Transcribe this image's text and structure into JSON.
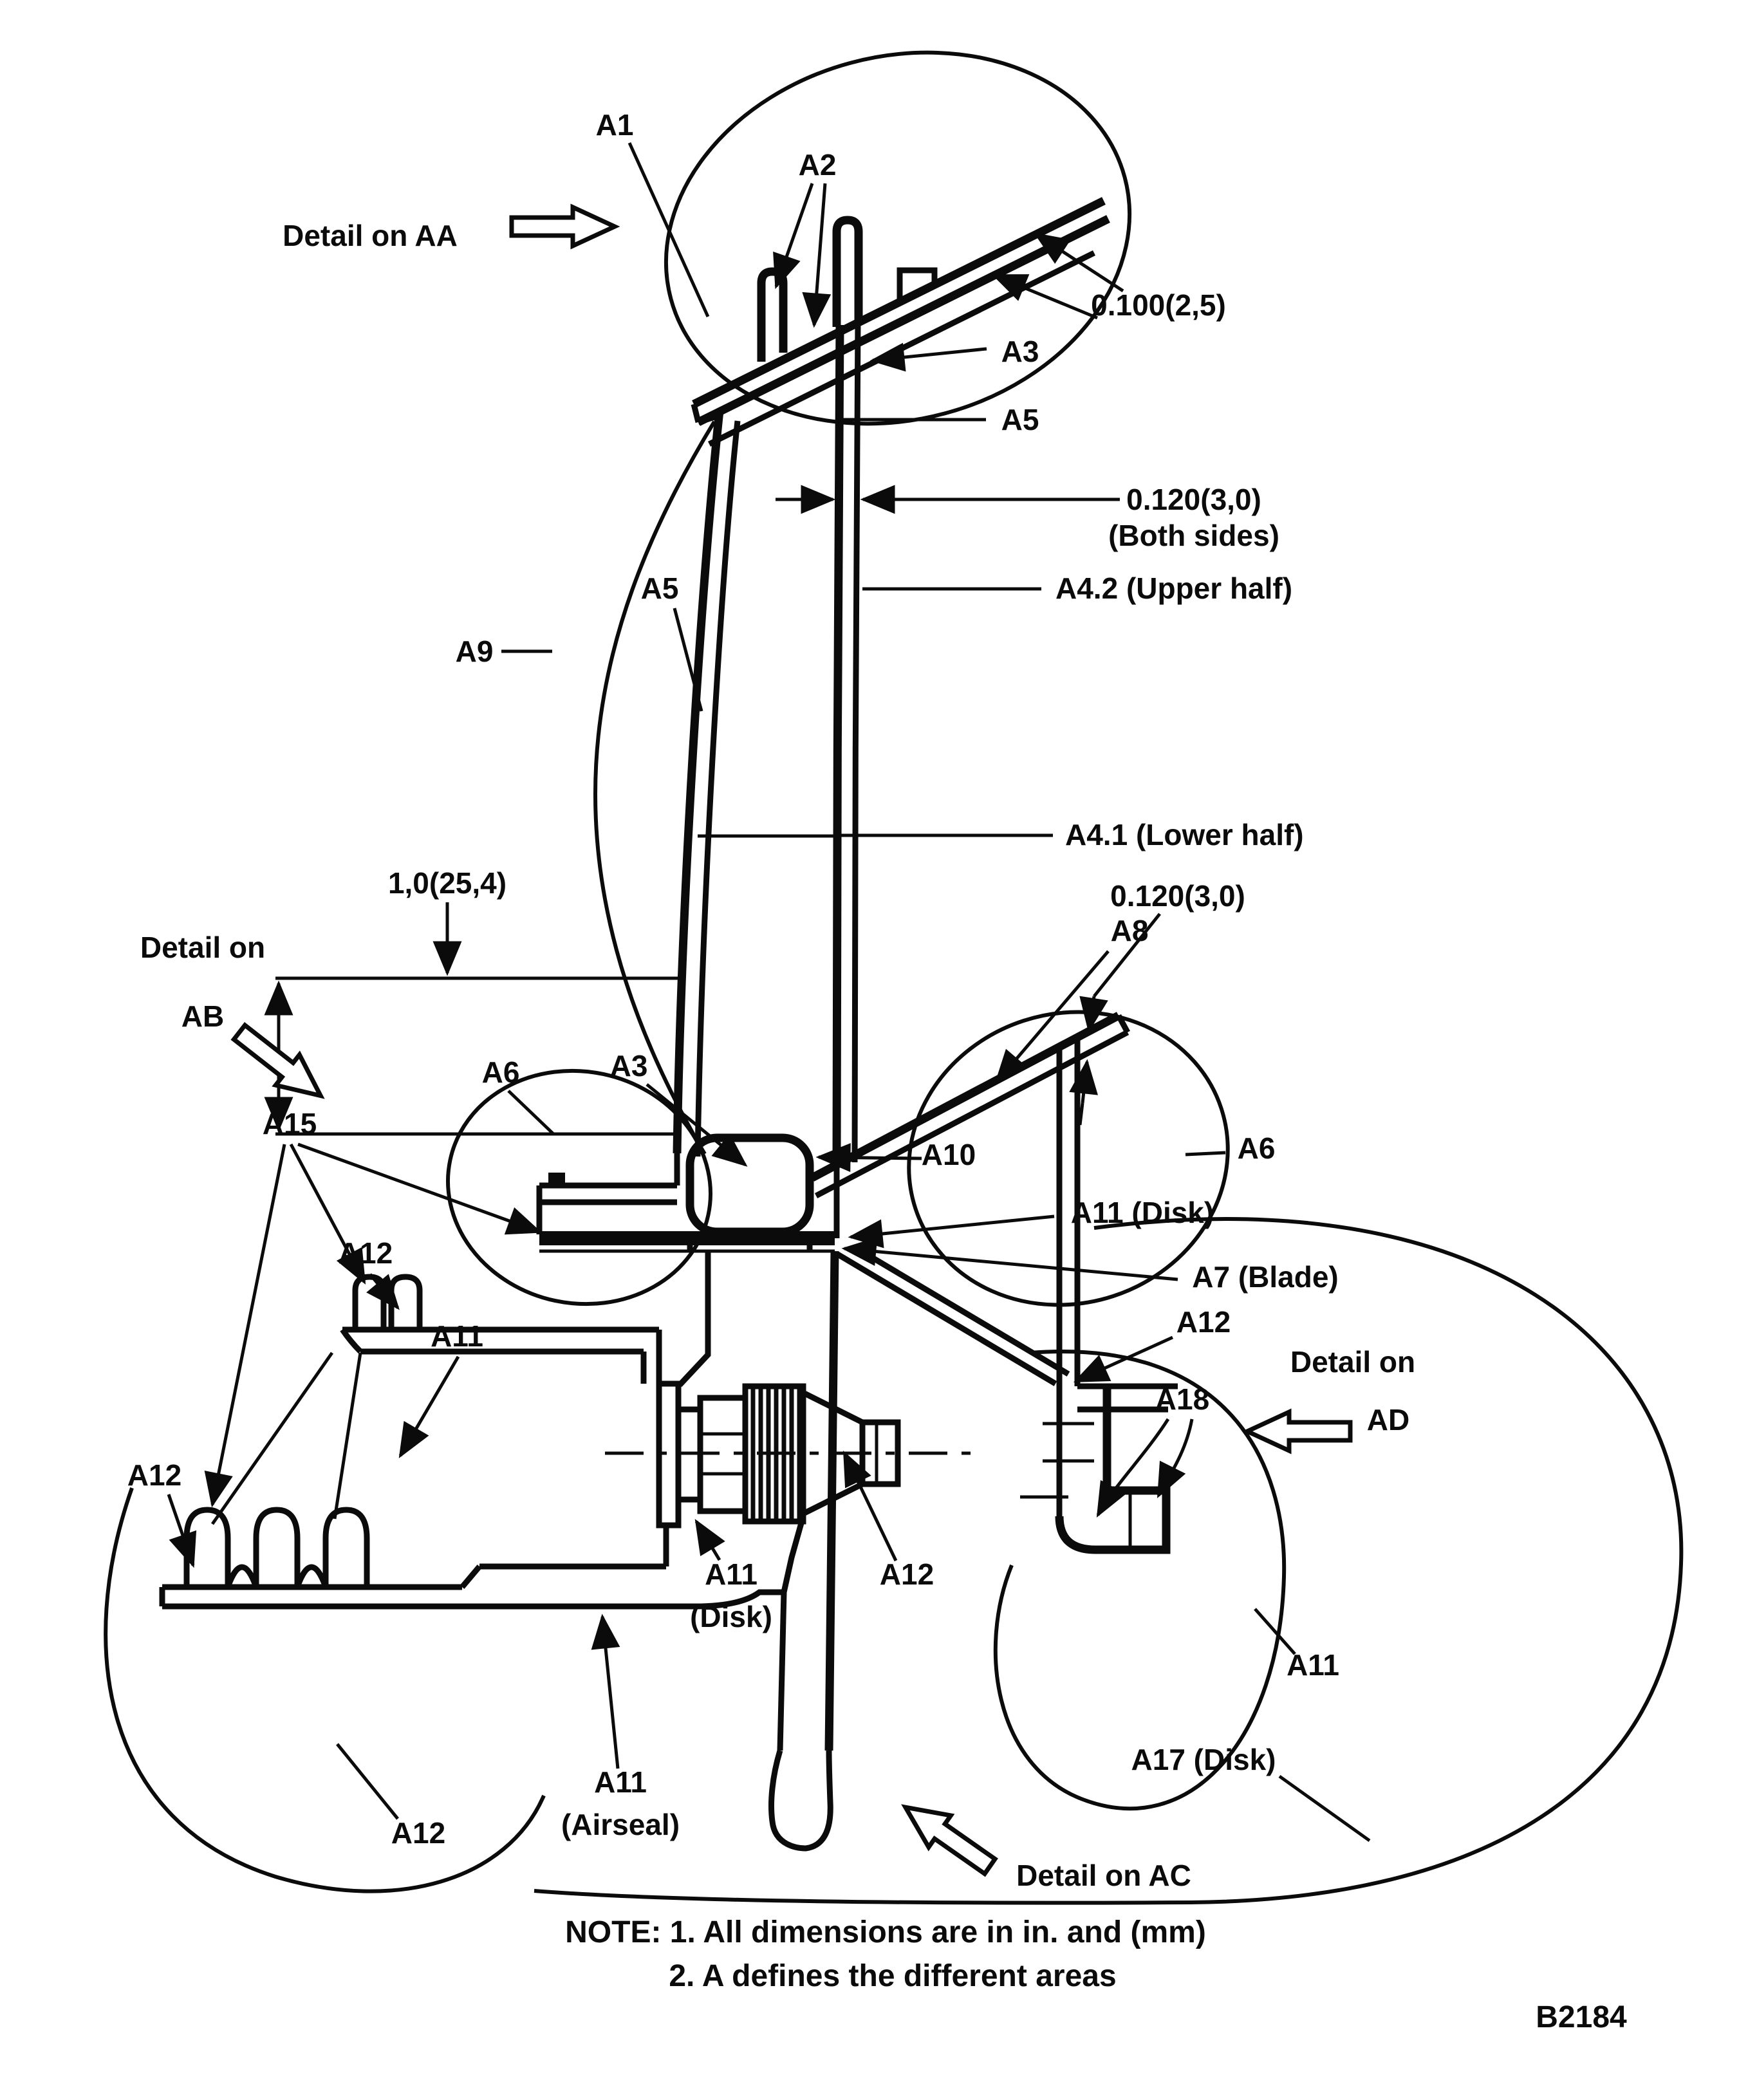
{
  "figure": {
    "code": "B2184",
    "notes": {
      "line1": "NOTE: 1. All dimensions are in in. and (mm)",
      "line2": "2. A defines the different areas"
    },
    "details": {
      "aa": "Detail on AA",
      "ab_1": "Detail on",
      "ab_2": "AB",
      "ad_1": "Detail on",
      "ad_2": "AD",
      "ac": "Detail on AC"
    },
    "dims": {
      "d0100": "0.100(2,5)",
      "d0120": "0.120(3,0)",
      "d0120_both": "(Both sides)",
      "d10": "1,0(25,4)",
      "d0120_2": "0.120(3,0)"
    },
    "labels": {
      "a1": "A1",
      "a2": "A2",
      "a3_top": "A3",
      "a5_right": "A5",
      "a42": "A4.2 (Upper half)",
      "a5_left": "A5",
      "a9": "A9",
      "a41": "A4.1 (Lower half)",
      "a8": "A8",
      "a6_mid": "A6",
      "a3_mid": "A3",
      "a15": "A15",
      "a10": "A10",
      "a6_right": "A6",
      "a11_disk_right": "A11 (Disk)",
      "a7_blade": "A7 (Blade)",
      "a12_right": "A12",
      "a12_left_upper": "A12",
      "a11_left": "A11",
      "a12_far_left": "A12",
      "a18": "A18",
      "a12_center": "A12",
      "a11_center_1": "A11",
      "a11_center_2": "(Disk)",
      "a11_low_right": "A11",
      "a17_disk": "A17 (Disk)",
      "a11_airseal_1": "A11",
      "a11_airseal_2": "(Airseal)",
      "a12_bottom": "A12"
    }
  }
}
